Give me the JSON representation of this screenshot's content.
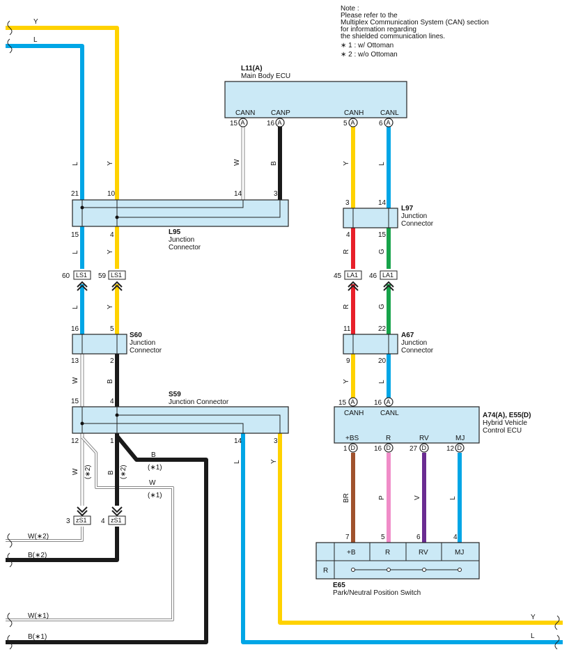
{
  "note": {
    "heading": "Note :",
    "lines": [
      "Please refer to the",
      "Multiplex Communication System (CAN) section",
      "for information regarding",
      "the shielded communication lines."
    ],
    "options": [
      "∗ 1 : w/ Ottoman",
      "∗ 2 : w/o Ottoman"
    ]
  },
  "components": {
    "l11": {
      "id": "L11(A)",
      "name": "Main Body ECU",
      "terms": [
        "CANN",
        "CANP",
        "CANH",
        "CANL"
      ],
      "pins": [
        "15",
        "16",
        "5",
        "6"
      ],
      "conn": "A"
    },
    "l95": {
      "id": "L95",
      "name1": "Junction",
      "name2": "Connector",
      "pins_top": [
        "21",
        "10",
        "14",
        "3"
      ],
      "pins_bottom": [
        "15",
        "4"
      ]
    },
    "l97": {
      "id": "L97",
      "name1": "Junction",
      "name2": "Connector",
      "pins_top": [
        "3",
        "14"
      ],
      "pins_bottom": [
        "4",
        "15"
      ]
    },
    "s60": {
      "id": "S60",
      "name1": "Junction",
      "name2": "Connector",
      "pins_top": [
        "16",
        "5"
      ],
      "pins_bottom": [
        "13",
        "2"
      ]
    },
    "a67": {
      "id": "A67",
      "name1": "Junction",
      "name2": "Connector",
      "pins_top": [
        "11",
        "22"
      ],
      "pins_bottom": [
        "9",
        "20"
      ]
    },
    "s59": {
      "id": "S59",
      "name": "Junction Connector",
      "pins_top": [
        "15",
        "4"
      ],
      "pins_bottom": [
        "12",
        "1",
        "14",
        "3"
      ]
    },
    "a74": {
      "id": "A74(A), E55(D)",
      "name1": "Hybrid Vehicle",
      "name2": "Control ECU",
      "terms_top": [
        "CANH",
        "CANL"
      ],
      "pins_top": [
        "15",
        "16"
      ],
      "conn_top": "A",
      "terms_bottom": [
        "+BS",
        "R",
        "RV",
        "MJ"
      ],
      "pins_bottom": [
        "1",
        "16",
        "27",
        "12"
      ],
      "conn_bottom": "D"
    },
    "e65": {
      "id": "E65",
      "name": "Park/Neutral Position Switch",
      "terms": [
        "+B",
        "R",
        "RV",
        "MJ"
      ],
      "pins": [
        "7",
        "5",
        "6",
        "4"
      ],
      "row": "R"
    }
  },
  "connectors": {
    "ls1": {
      "label": "LS1",
      "pins": [
        "60",
        "59"
      ]
    },
    "la1": {
      "label": "LA1",
      "pins": [
        "45",
        "46"
      ]
    },
    "zs1": {
      "label": "zS1",
      "pins": [
        "3",
        "4"
      ]
    }
  },
  "wire_colors": {
    "Y": "#ffd200",
    "L": "#00a6e6",
    "W": "#ffffff",
    "B": "#1a1a1a",
    "R": "#e8202a",
    "G": "#17a34a",
    "BR": "#a0522d",
    "P": "#f08cc8",
    "V": "#6a2c91"
  },
  "wire_labels": {
    "y": "Y",
    "l": "L",
    "w": "W",
    "b": "B",
    "r": "R",
    "g": "G",
    "br": "BR",
    "p": "P",
    "v": "V",
    "note2": "(∗2)",
    "note1": "(∗1)",
    "w2": "W(∗2)",
    "b2": "B(∗2)",
    "w1": "W(∗1)",
    "b1": "B(∗1)"
  }
}
